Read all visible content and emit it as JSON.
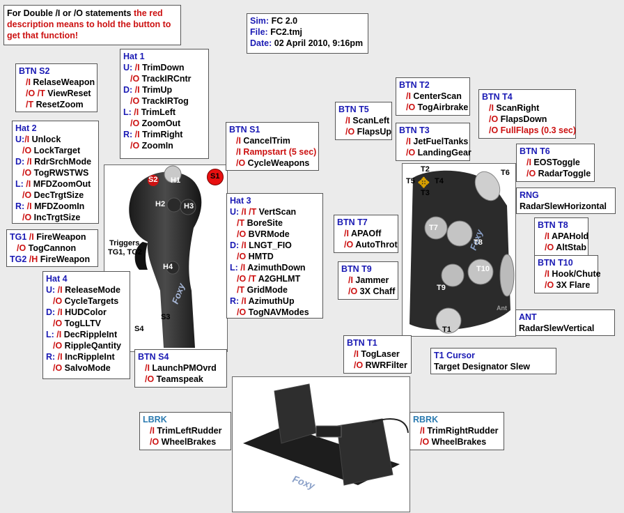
{
  "note": {
    "plain": "For Double /I or /O statements ",
    "red": "the red description means to hold the button to get that function!"
  },
  "info": {
    "sim_label": "Sim:",
    "sim_value": "FC 2.0",
    "file_label": "File:",
    "file_value": "FC2.tmj",
    "date_label": "Date:",
    "date_value": "02 April 2010, 9:16pm"
  },
  "stick_labels": {
    "s1": "S1",
    "s2": "S2",
    "h1": "H1",
    "h2": "H2",
    "h3": "H3",
    "h4": "H4",
    "s3": "S3",
    "s4": "S4",
    "triggers": "Triggers",
    "triggers2": "TG1, TG2",
    "brand": "Foxy"
  },
  "throttle_labels": {
    "t1": "T1",
    "t2": "T2",
    "t3": "T3",
    "t4": "T4",
    "t5": "T5",
    "t6": "T6",
    "t7": "T7",
    "t8": "T8",
    "t9": "T9",
    "t10": "T10",
    "brand": "Foxy",
    "ant": "Ant"
  },
  "pedal_brand": "Foxy",
  "boxes": {
    "btn_s2": {
      "title": "BTN S2",
      "lines": [
        {
          "pre": "",
          "code": "/I",
          "text": " RelaseWeapon"
        },
        {
          "pre": "",
          "code": "/O /T",
          "text": " ViewReset"
        },
        {
          "pre": "",
          "code": "/T",
          "text": " ResetZoom"
        }
      ]
    },
    "hat1": {
      "title": "Hat 1",
      "lines": [
        {
          "pre": "U:",
          "code": " /I",
          "text": " TrimDown"
        },
        {
          "pre": "",
          "code": "/O",
          "text": " TrackIRCntr"
        },
        {
          "pre": "D:",
          "code": " /I",
          "text": " TrimUp"
        },
        {
          "pre": "",
          "code": "/O",
          "text": " TrackIRTog"
        },
        {
          "pre": "L:",
          "code": " /I",
          "text": " TrimLeft"
        },
        {
          "pre": "",
          "code": "/O",
          "text": " ZoomOut"
        },
        {
          "pre": "R:",
          "code": " /I",
          "text": " TrimRight"
        },
        {
          "pre": "",
          "code": "/O",
          "text": " ZoomIn"
        }
      ]
    },
    "hat2": {
      "title": "Hat 2",
      "lines": [
        {
          "pre": "U:",
          "code": "/I",
          "text": " Unlock"
        },
        {
          "pre": "",
          "code": "/O",
          "text": " LockTarget"
        },
        {
          "pre": "D:",
          "code": " /I",
          "text": " RdrSrchMode"
        },
        {
          "pre": "",
          "code": "/O",
          "text": " TogRWSTWS"
        },
        {
          "pre": "L:",
          "code": " /I",
          "text": " MFDZoomOut"
        },
        {
          "pre": "",
          "code": "/O",
          "text": " DecTrgtSize"
        },
        {
          "pre": "R:",
          "code": " /I",
          "text": " MFDZoomIn"
        },
        {
          "pre": "",
          "code": "/O",
          "text": " IncTrgtSize"
        }
      ]
    },
    "btn_s1": {
      "title": "BTN S1",
      "lines": [
        {
          "pre": "",
          "code": "/I",
          "text": " CancelTrim"
        },
        {
          "pre": "",
          "code": "/I",
          "text": " Rampstart (5 sec)",
          "red": true
        },
        {
          "pre": "",
          "code": "/O",
          "text": " CycleWeapons"
        }
      ]
    },
    "tg": {
      "lines": [
        {
          "pre": "TG1",
          "code": " /I",
          "text": " FireWeapon"
        },
        {
          "pre": "",
          "code": "/O",
          "text": " TogCannon"
        },
        {
          "pre": "TG2",
          "code": " /H",
          "text": " FireWeapon"
        }
      ]
    },
    "hat3": {
      "title": "Hat 3",
      "lines": [
        {
          "pre": "U:",
          "code": " /I /T",
          "text": " VertScan"
        },
        {
          "pre": "",
          "code": "/T",
          "text": " BoreSite"
        },
        {
          "pre": "",
          "code": "/O",
          "text": " BVRMode"
        },
        {
          "pre": "D:",
          "code": " /I",
          "text": " LNGT_FIO"
        },
        {
          "pre": "",
          "code": "/O",
          "text": " HMTD"
        },
        {
          "pre": "L:",
          "code": " /I",
          "text": " AzimuthDown"
        },
        {
          "pre": "",
          "code": "/O /T",
          "text": " A2GHLMT"
        },
        {
          "pre": "",
          "code": "/T",
          "text": " GridMode"
        },
        {
          "pre": "R:",
          "code": " /I",
          "text": " AzimuthUp"
        },
        {
          "pre": "",
          "code": "/O",
          "text": " TogNAVModes"
        }
      ]
    },
    "hat4": {
      "title": "Hat 4",
      "lines": [
        {
          "pre": "U:",
          "code": " /I",
          "text": " ReleaseMode"
        },
        {
          "pre": "",
          "code": "/O",
          "text": " CycleTargets"
        },
        {
          "pre": "D:",
          "code": " /I",
          "text": " HUDColor"
        },
        {
          "pre": "",
          "code": "/O",
          "text": " TogLLTV"
        },
        {
          "pre": "L:",
          "code": " /I",
          "text": " DecRippleInt"
        },
        {
          "pre": "",
          "code": "/O",
          "text": " RippleQantity"
        },
        {
          "pre": "R:",
          "code": " /I",
          "text": " IncRippleInt"
        },
        {
          "pre": "",
          "code": "/O",
          "text": " SalvoMode"
        }
      ]
    },
    "btn_s4": {
      "title": "BTN S4",
      "lines": [
        {
          "pre": "",
          "code": "/I",
          "text": " LaunchPMOvrd"
        },
        {
          "pre": "",
          "code": "/O",
          "text": " Teamspeak"
        }
      ]
    },
    "btn_t5": {
      "title": "BTN T5",
      "lines": [
        {
          "pre": "",
          "code": "/I",
          "text": " ScanLeft"
        },
        {
          "pre": "",
          "code": "/O",
          "text": " FlapsUp"
        }
      ]
    },
    "btn_t2": {
      "title": "BTN T2",
      "lines": [
        {
          "pre": "",
          "code": "/I",
          "text": " CenterScan"
        },
        {
          "pre": "",
          "code": "/O",
          "text": " TogAirbrake"
        }
      ]
    },
    "btn_t3": {
      "title": "BTN T3",
      "lines": [
        {
          "pre": "",
          "code": "/I",
          "text": " JetFuelTanks"
        },
        {
          "pre": "",
          "code": "/O",
          "text": " LandingGear"
        }
      ]
    },
    "btn_t4": {
      "title": "BTN T4",
      "lines": [
        {
          "pre": "",
          "code": "/I",
          "text": " ScanRight"
        },
        {
          "pre": "",
          "code": "/O",
          "text": " FlapsDown"
        },
        {
          "pre": "",
          "code": "/O",
          "text": " FullFlaps (0.3 sec)",
          "red": true
        }
      ]
    },
    "btn_t6": {
      "title": "BTN T6",
      "lines": [
        {
          "pre": "",
          "code": "/I",
          "text": "  EOSToggle"
        },
        {
          "pre": "",
          "code": "/O",
          "text": " RadarToggle"
        }
      ]
    },
    "rng": {
      "title": "RNG",
      "lines": [
        {
          "pre": "",
          "code": "",
          "text": "RadarSlewHorizontal",
          "black": true
        }
      ]
    },
    "btn_t7": {
      "title": "BTN T7",
      "lines": [
        {
          "pre": "",
          "code": "/I",
          "text": " APAOff"
        },
        {
          "pre": "",
          "code": "/O",
          "text": " AutoThrot"
        }
      ]
    },
    "btn_t8": {
      "title": "BTN T8",
      "lines": [
        {
          "pre": "",
          "code": "/I",
          "text": " APAHold"
        },
        {
          "pre": "",
          "code": "/O",
          "text": " AltStab"
        }
      ]
    },
    "btn_t9": {
      "title": "BTN T9",
      "lines": [
        {
          "pre": "",
          "code": "/I",
          "text": " Jammer"
        },
        {
          "pre": "",
          "code": "/O",
          "text": " 3X Chaff"
        }
      ]
    },
    "btn_t10": {
      "title": "BTN T10",
      "lines": [
        {
          "pre": "",
          "code": "/I",
          "text": " Hook/Chute"
        },
        {
          "pre": "",
          "code": "/O",
          "text": " 3X Flare"
        }
      ]
    },
    "ant": {
      "title": "ANT",
      "lines": [
        {
          "pre": "",
          "code": "",
          "text": "RadarSlewVertical",
          "black": true
        }
      ]
    },
    "btn_t1": {
      "title": "BTN T1",
      "lines": [
        {
          "pre": "",
          "code": "/I",
          "text": " TogLaser"
        },
        {
          "pre": "",
          "code": "/O",
          "text": " RWRFilter"
        }
      ]
    },
    "t1_cursor": {
      "title": "T1 Cursor",
      "lines": [
        {
          "pre": "",
          "code": "",
          "text": "Target Designator Slew",
          "black": true
        }
      ]
    },
    "lbrk": {
      "title": "LBRK",
      "lines": [
        {
          "pre": "",
          "code": "/I",
          "text": " TrimLeftRudder"
        },
        {
          "pre": "",
          "code": "/O",
          "text": " WheelBrakes"
        }
      ]
    },
    "rbrk": {
      "title": "RBRK",
      "lines": [
        {
          "pre": "",
          "code": "/I",
          "text": " TrimRightRudder"
        },
        {
          "pre": "",
          "code": "/O",
          "text": " WheelBrakes"
        }
      ]
    }
  }
}
